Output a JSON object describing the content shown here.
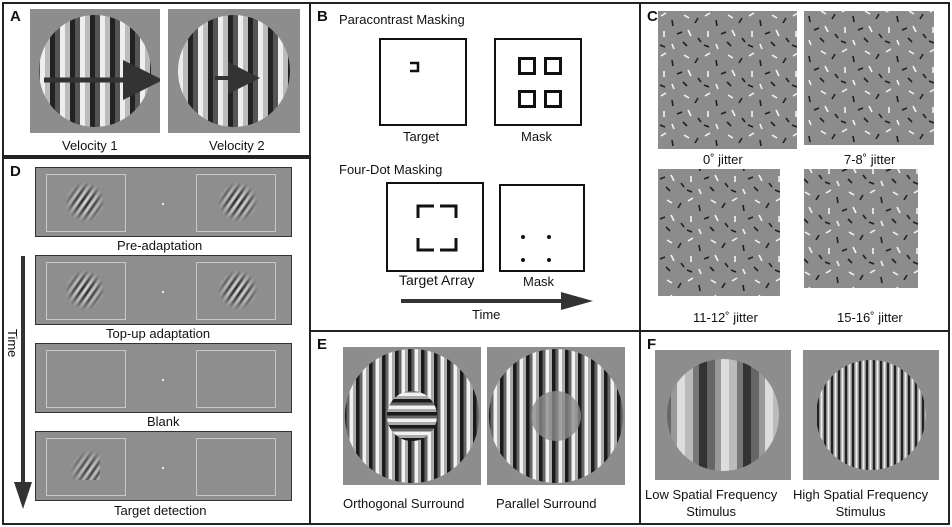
{
  "panels": {
    "a": {
      "label": "A",
      "captions": [
        "Velocity 1",
        "Velocity 2"
      ]
    },
    "b": {
      "label": "B",
      "paracontrast_title": "Paracontrast Masking",
      "paracontrast_captions": [
        "Target",
        "Mask"
      ],
      "fourdot_title": "Four-Dot Masking",
      "fourdot_captions": [
        "Target Array",
        "Mask"
      ],
      "time_label": "Time"
    },
    "c": {
      "label": "C",
      "captions": [
        "0˚ jitter",
        "7-8˚ jitter",
        "11-12˚ jitter",
        "15-16˚ jitter"
      ]
    },
    "d": {
      "label": "D",
      "time_label": "Time",
      "captions": [
        "Pre-adaptation",
        "Top-up adaptation",
        "Blank",
        "Target detection"
      ]
    },
    "e": {
      "label": "E",
      "captions": [
        "Orthogonal Surround",
        "Parallel Surround"
      ]
    },
    "f": {
      "label": "F",
      "captions": [
        "Low Spatial Frequency\nStimulus",
        "High Spatial Frequency\nStimulus"
      ],
      "caption_lines": [
        [
          "Low Spatial Frequency",
          "Stimulus"
        ],
        [
          "High Spatial Frequency",
          "Stimulus"
        ]
      ]
    }
  },
  "colors": {
    "background_gray": "#8d8d8d",
    "border": "#222222",
    "arrow": "#333333"
  }
}
